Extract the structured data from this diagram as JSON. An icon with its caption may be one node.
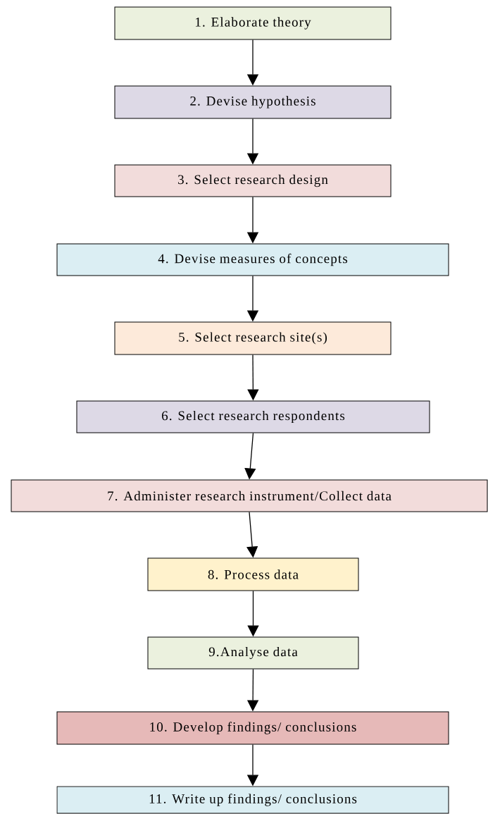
{
  "diagram": {
    "nodes": [
      {
        "text": [
          "1. Elaborate theory"
        ]
      },
      {
        "text": [
          "2. Devise hypothesis"
        ]
      },
      {
        "text": [
          "3. Select research design"
        ]
      },
      {
        "text": [
          "4. Devise measures of concepts"
        ]
      },
      {
        "text": [
          "5. Select research site(s)"
        ]
      },
      {
        "text": [
          "6. Select research respondents"
        ]
      },
      {
        "text": [
          "7. Administer research instrument/Collect data"
        ]
      },
      {
        "text": [
          "8. Process data"
        ]
      },
      {
        "text": [
          "9.Analyse data"
        ]
      },
      {
        "text": [
          "10. Develop findings/ conclusions"
        ]
      },
      {
        "text": [
          "11. Write up findings/ conclusions"
        ]
      }
    ],
    "edges": [
      {
        "from": 0,
        "to": 1,
        "arrow": "to"
      },
      {
        "from": 1,
        "to": 2,
        "arrow": "to"
      },
      {
        "from": 2,
        "to": 3,
        "arrow": "to"
      },
      {
        "from": 3,
        "to": 4,
        "arrow": "to"
      },
      {
        "from": 4,
        "to": 5,
        "arrow": "to"
      },
      {
        "from": 5,
        "to": 6,
        "arrow": "to"
      },
      {
        "from": 6,
        "to": 7,
        "arrow": "to"
      },
      {
        "from": 7,
        "to": 8,
        "arrow": "to"
      },
      {
        "from": 8,
        "to": 9,
        "arrow": "to"
      },
      {
        "from": 9,
        "to": 10,
        "arrow": "to"
      }
    ]
  }
}
